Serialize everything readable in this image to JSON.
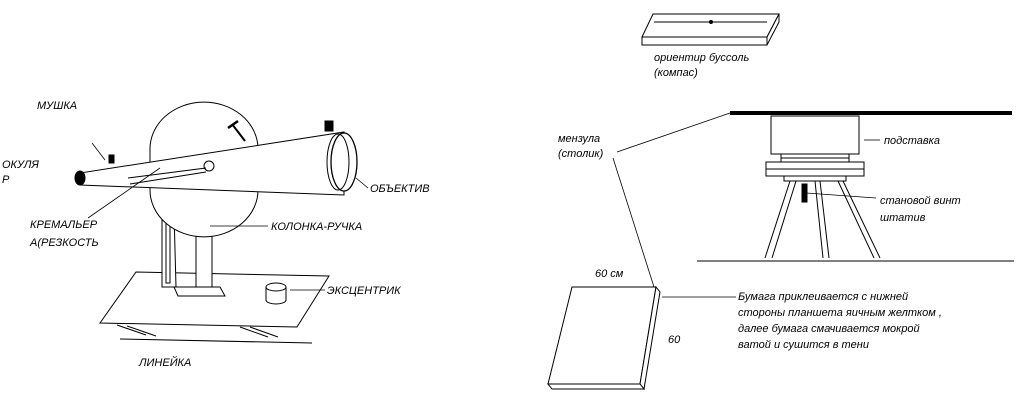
{
  "left_diagram": {
    "labels": {
      "mushka": "МУШКА",
      "okular_1": "ОКУЛЯ",
      "okular_2": "Р",
      "objective": "ОБЪЕКТИВ",
      "kremalier_1": "КРЕМАЛЬЕР",
      "kremalier_2": "А(РЕЗКОСТЬ",
      "column": "КОЛОНКА-РУЧКА",
      "eccentric": "ЭКСЦЕНТРИК",
      "ruler": "ЛИНЕЙКА"
    }
  },
  "right_diagram": {
    "labels": {
      "compass_1": "ориентир буссоль",
      "compass_2": "(компас)",
      "menzula_1": "мензула",
      "menzula_2": "(столик)",
      "stand": "подставка",
      "screw": "становой  винт",
      "tripod": "штатив",
      "size_top": "60 см",
      "size_side": "60",
      "note_1": "Бумага приклеивается с нижней",
      "note_2": "стороны планшета яичным желтком ,",
      "note_3": "далее бумага смачивается мокрой",
      "note_4": "ватой и сушится в тени"
    }
  }
}
